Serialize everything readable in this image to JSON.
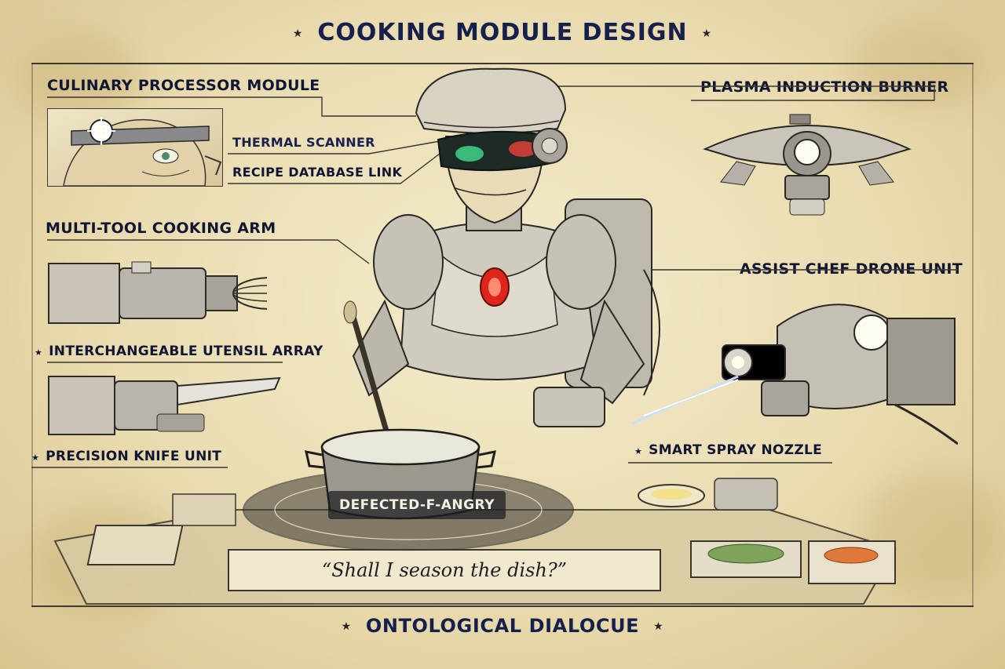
{
  "title": "COOKING MODULE DESIGN",
  "footer": "ONTOLOGICAL DIALOCUE",
  "star_glyph": "★",
  "labels": {
    "culinary_processor": "CULINARY PROCESSOR MODULE",
    "thermal_scanner": "THERMAL SCANNER",
    "recipe_database": "RECIPE DATABASE LINK",
    "multi_tool_arm": "MULTI-TOOL COOKING ARM",
    "utensil_array": "INTERCHANGEABLE UTENSIL ARRAY",
    "precision_knife": "PRECISION KNIFE UNIT",
    "plasma_burner": "PLASMA INDUCTION BURNER",
    "assist_drone": "ASSIST CHEF DRONE UNIT",
    "spray_nozzle": "SMART SPRAY NOZZLE"
  },
  "pot_tag": "DEFECTED-F-ANGRY",
  "dialogue": "“Shall I season the dish?”",
  "colors": {
    "ink_navy": "#17204d",
    "parchment": "#eadcb0",
    "core_red": "#e0241c",
    "visor_green": "#3fd28a"
  }
}
